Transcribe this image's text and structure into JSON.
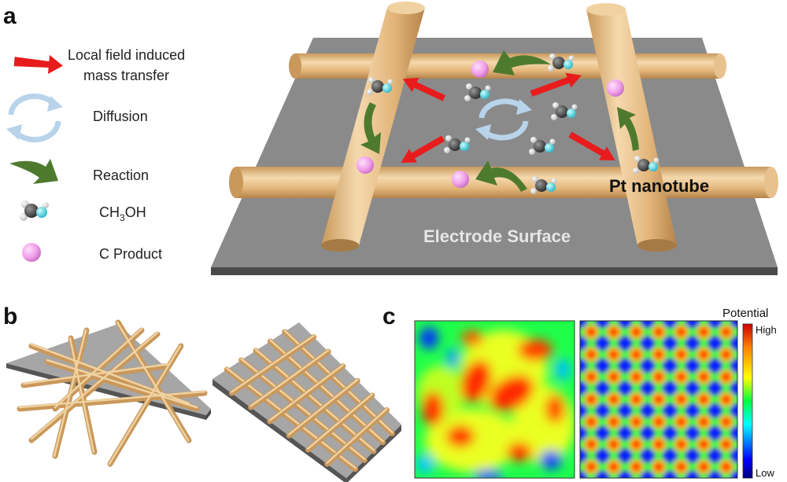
{
  "panels": {
    "a": "a",
    "b": "b",
    "c": "c"
  },
  "legend": {
    "mass_transfer_line1": "Local field induced",
    "mass_transfer_line2": "mass transfer",
    "diffusion": "Diffusion",
    "reaction": "Reaction",
    "methanol_prefix": "CH",
    "methanol_sub": "3",
    "methanol_suffix": "OH",
    "product": "C Product"
  },
  "labels": {
    "pt_nanotube": "Pt nanotube",
    "electrode_surface": "Electrode Surface"
  },
  "colorbar": {
    "title": "Potential",
    "high": "High",
    "low": "Low"
  },
  "colors": {
    "tube": "#e6c08c",
    "surface": "#8a8a8a",
    "arrow_mass_transfer": "#e81c1c",
    "arrow_reaction": "#4e7a2e",
    "diffusion": "#b8d3ea",
    "product": "#f2a0ec"
  },
  "icons": [
    "red-arrow-icon",
    "diffusion-cycle-icon",
    "reaction-arrow-icon",
    "methanol-molecule-icon",
    "product-sphere-icon"
  ]
}
